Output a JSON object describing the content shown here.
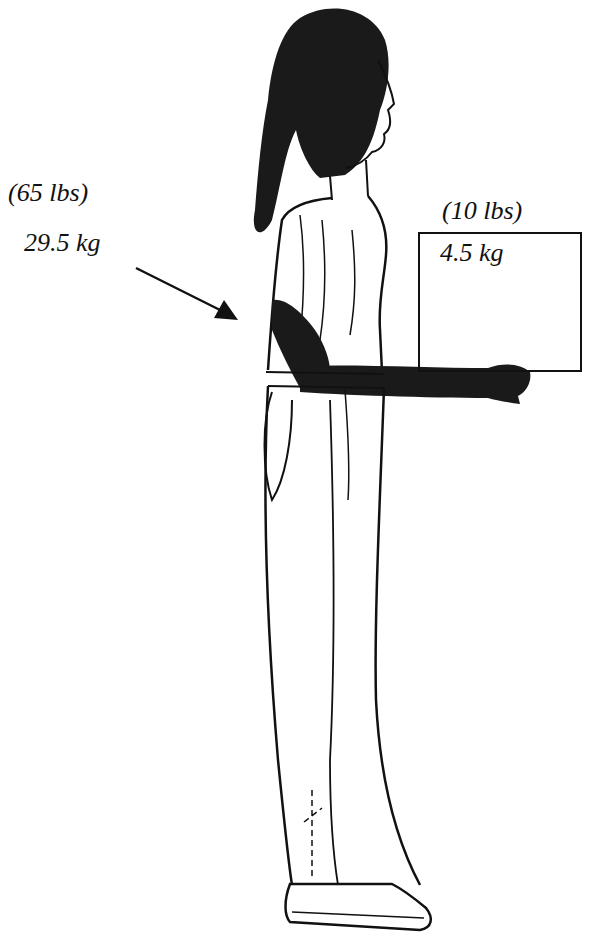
{
  "diagram": {
    "nodes": [
      {
        "text": [
          "(10 lbs)",
          "4.5 kg"
        ]
      }
    ],
    "labels": [
      "(65 lbs)",
      "29.5 kg"
    ]
  }
}
